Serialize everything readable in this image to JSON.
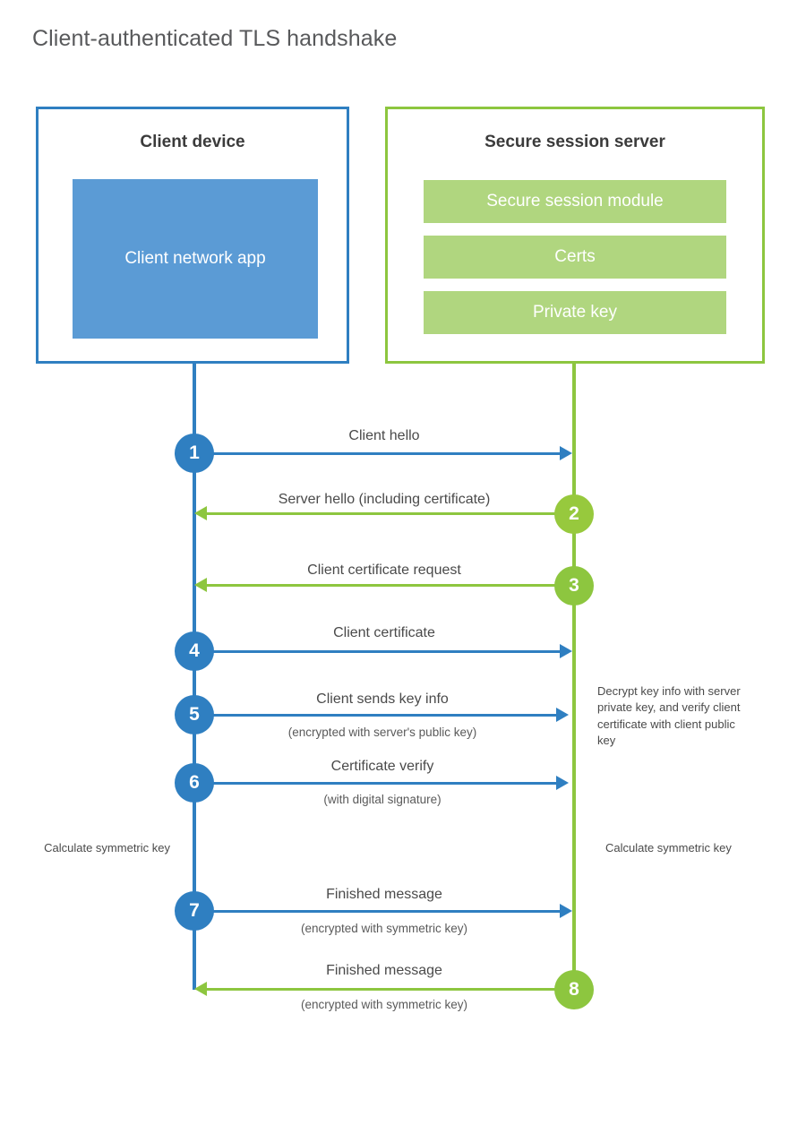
{
  "title": "Client-authenticated TLS handshake",
  "colors": {
    "client_blue": "#2f7fc1",
    "client_app_fill": "#5b9bd5",
    "server_green": "#8dc63f",
    "server_row_fill": "#b0d67f",
    "title_gray": "#58595b",
    "text_gray": "#4a4a4a",
    "background": "#ffffff"
  },
  "client": {
    "title": "Client device",
    "app_label": "Client network app"
  },
  "server": {
    "title": "Secure session server",
    "rows": [
      {
        "label": "Secure session module"
      },
      {
        "label": "Certs"
      },
      {
        "label": "Private key"
      }
    ]
  },
  "steps": [
    {
      "number": "1",
      "label": "Client hello",
      "sub": "",
      "direction": "client-to-server",
      "color": "blue"
    },
    {
      "number": "2",
      "label": "Server hello (including certificate)",
      "sub": "",
      "direction": "server-to-client",
      "color": "green"
    },
    {
      "number": "3",
      "label": "Client certificate request",
      "sub": "",
      "direction": "server-to-client",
      "color": "green"
    },
    {
      "number": "4",
      "label": "Client certificate",
      "sub": "",
      "direction": "client-to-server",
      "color": "blue"
    },
    {
      "number": "5",
      "label": "Client sends key info",
      "sub": "(encrypted with server's public key)",
      "direction": "client-to-server",
      "color": "blue"
    },
    {
      "number": "6",
      "label": "Certificate verify",
      "sub": "(with digital signature)",
      "direction": "client-to-server",
      "color": "blue"
    },
    {
      "number": "7",
      "label": "Finished message",
      "sub": "(encrypted with symmetric key)",
      "direction": "client-to-server",
      "color": "blue"
    },
    {
      "number": "8",
      "label": "Finished message",
      "sub": "(encrypted with symmetric key)",
      "direction": "server-to-client",
      "color": "green"
    }
  ],
  "notes": {
    "server_decrypt": "Decrypt key info with server private key, and verify client certificate with client public key",
    "client_symmetric": "Calculate symmetric key",
    "server_symmetric": "Calculate symmetric key"
  }
}
